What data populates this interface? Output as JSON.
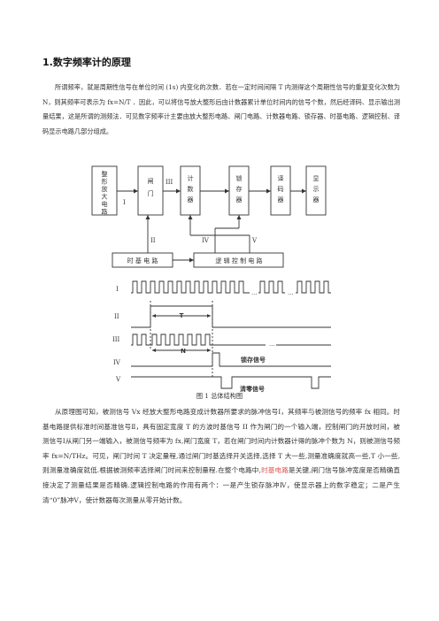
{
  "heading": "1.数字频率计的原理",
  "para1": {
    "text": "所谓频率，就是周期性信号在单位时间 (1s) 内变化的次数．若在一定时间间隔 T 内测得这个周期性信号的重复变化次数为 N，则其频率可表示为 fx=N/T ．因此，可以将信号放大整形后由计数器累计单位时间内的信号个数，然后经译码、显示输出测量结果，这是所谓的测频法．可见数字频率计主要由放大整形电路、闸门电路、计数器电路、锁存器、时基电路、逻辑控制、译码显示电路几部分组成。"
  },
  "blocks": {
    "amp": "整形放大电路",
    "gate": "闸门",
    "counter": "计数器",
    "latch": "锁存器",
    "decoder": "译码器",
    "display": "显示器",
    "timebase": "时 基 电 路",
    "logic": "逻 辑 控 制 电 路"
  },
  "signal_labels": {
    "I": "I",
    "II": "II",
    "III": "III",
    "IV": "IV",
    "V": "V",
    "T": "T",
    "N": "N",
    "latch_signal": "锁存信号",
    "clear_signal": "清零信号"
  },
  "caption": "图 1  总体结构图",
  "para2": {
    "before_hl": "从原理图可知，被测信号 Vx 经放大整形电路变成计数器所要求的脉冲信号Ⅰ，其频率与被测信号的频率 fx 相同。时基电路提供标准时间基准信号Ⅱ，具有固定宽度 T 的方波时基信号 II 作为闸门的一个输入端，控制闸门的开放时间，被测信号Ⅰ从闸门另一端输入，被测信号频率为 fx,闸门宽度 T，若在闸门时间内计数器计得的脉冲个数为 N，则被测信号频率 fx=N/THz。可见，闸门时间 T 决定量程,通过闸门时基选择开关选择,选择 T 大一些,测量准确度就高一些,T 小一些,则测量准确度就低.根据被测频率选择闸门时间来控制量程.在整个电路中,",
    "highlight": "时基电路",
    "after_hl": "是关键,闸门信号脉冲宽度是否精确直接决定了测量结果是否精确.逻辑控制电路的作用有两个：一是产生锁存脉冲Ⅳ，使显示器上的数字稳定；二是产生清“0”脉冲Ⅴ，使计数器每次测量从零开始计数。"
  }
}
